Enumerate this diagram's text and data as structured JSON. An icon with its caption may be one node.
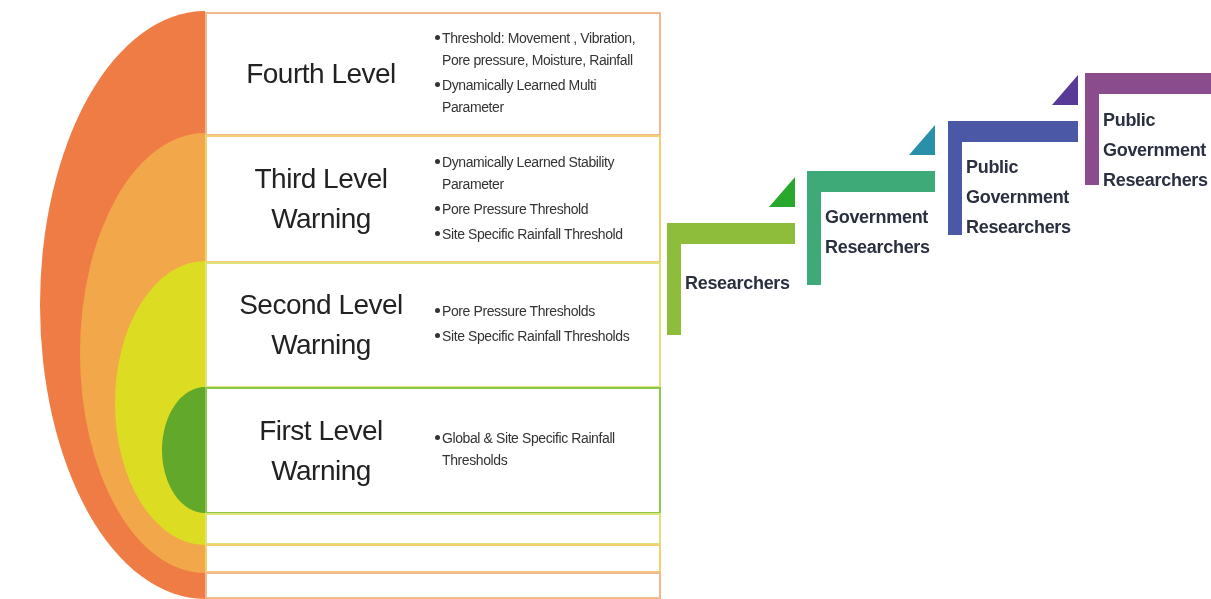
{
  "diagram": {
    "nodes": [
      {
        "text": [
          "Fourth Level",
          "Threshold: Movement , Vibration, Pore pressure, Moisture, Rainfall",
          "Dynamically Learned Multi Parameter"
        ]
      },
      {
        "text": [
          "Third Level Warning",
          "Dynamically Learned Stability Parameter",
          "Pore Pressure Threshold",
          "Site Specific Rainfall Threshold"
        ]
      },
      {
        "text": [
          "Second Level Warning",
          "Pore Pressure Thresholds",
          "Site Specific Rainfall Thresholds"
        ]
      },
      {
        "text": [
          "First Level Warning",
          "Global & Site Specific Rainfall Thresholds"
        ]
      },
      {
        "text": [],
        "shape": "box"
      },
      {
        "text": [],
        "shape": "box"
      },
      {
        "text": [],
        "shape": "box"
      },
      {
        "text": [
          "Researchers"
        ]
      },
      {
        "text": [
          "Government Researchers"
        ]
      },
      {
        "text": [
          "Public Government Researchers"
        ]
      },
      {
        "text": [
          "Public Government Researchers"
        ]
      }
    ]
  }
}
